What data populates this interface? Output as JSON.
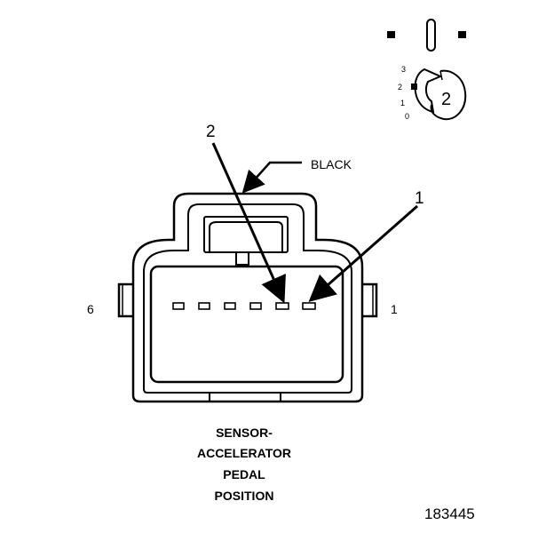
{
  "keying_icon": {
    "positions": [
      "3",
      "2",
      "1",
      "0"
    ],
    "key_value": "2"
  },
  "connector": {
    "color_label": "BLACK",
    "left_end_label": "6",
    "right_end_label": "1",
    "callouts": [
      "2",
      "1"
    ],
    "cavity_count": 6
  },
  "caption_lines": [
    "SENSOR-",
    "ACCELERATOR",
    "PEDAL",
    "POSITION"
  ],
  "figure_number": "183445",
  "colors": {
    "ink": "#000000",
    "background": "#ffffff"
  }
}
